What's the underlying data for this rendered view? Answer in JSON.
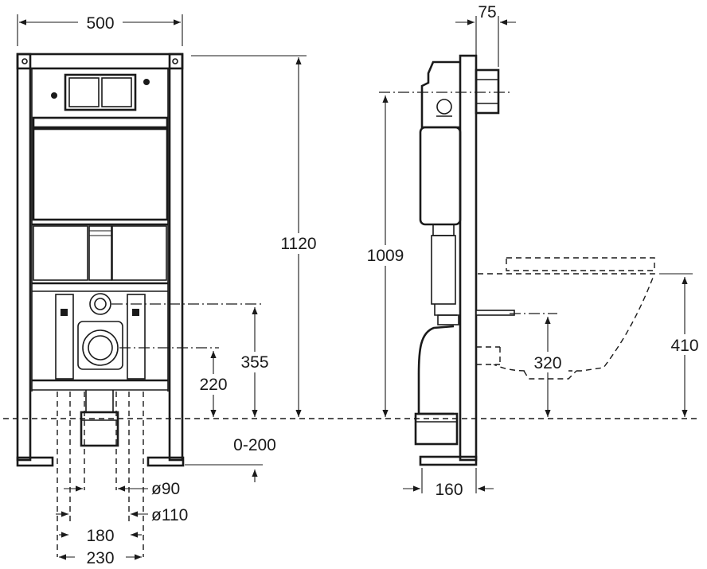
{
  "dimensions": {
    "frame_width": "500",
    "frame_depth": "75",
    "frame_height": "1120",
    "flush_height": "1009",
    "inlet_height": "355",
    "outlet_height": "220",
    "adjustment_range": "0-200",
    "pipe_small": "ø90",
    "pipe_large": "ø110",
    "bolt_spacing_inner": "180",
    "bolt_spacing_outer": "230",
    "foot_depth": "160",
    "bowl_height": "410",
    "bowl_outlet_height": "320"
  }
}
